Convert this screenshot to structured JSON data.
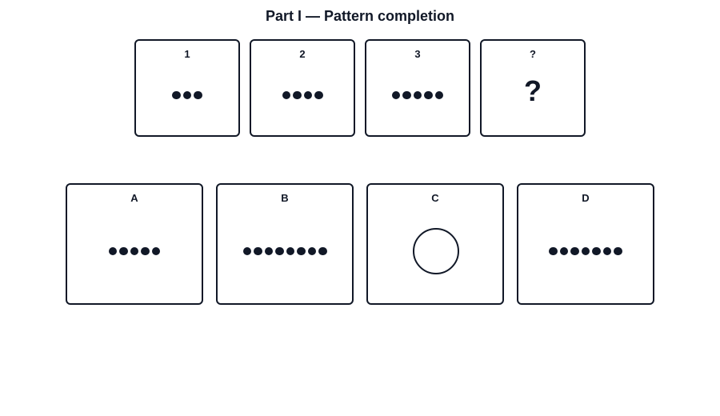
{
  "title": "Part I — Pattern completion",
  "sequence": [
    {
      "label": "1",
      "dots": 3
    },
    {
      "label": "2",
      "dots": 4
    },
    {
      "label": "3",
      "dots": 5
    },
    {
      "label": "?",
      "glyph": "?"
    }
  ],
  "options": [
    {
      "label": "A",
      "dots": 5
    },
    {
      "label": "B",
      "dots": 8
    },
    {
      "label": "C",
      "shape": "circle"
    },
    {
      "label": "D",
      "dots": 7
    }
  ],
  "colors": {
    "ink": "#111827",
    "background": "#ffffff"
  }
}
